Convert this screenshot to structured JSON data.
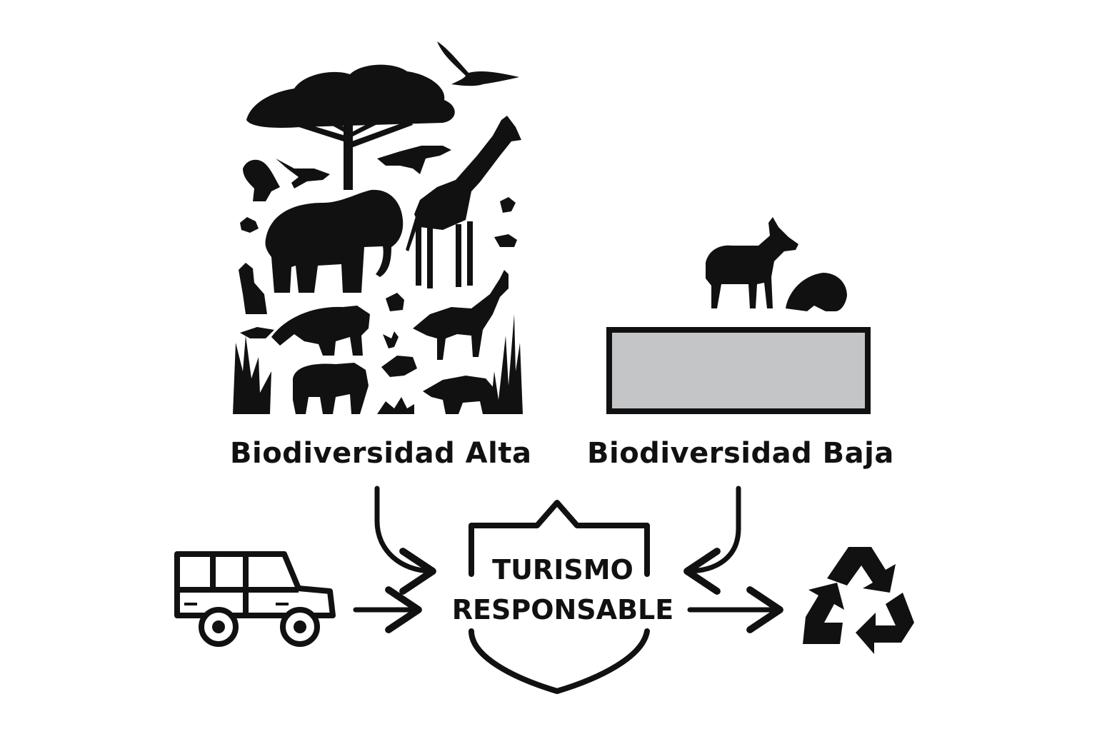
{
  "diagram": {
    "high_biodiversity_label": "Biodiversidad Alta",
    "low_biodiversity_label": "Biodiversidad Baja",
    "center_title_line1": "TURISMO",
    "center_title_line2": "RESPONSABLE"
  },
  "icons": {
    "high_biodiversity": "wildlife-collage-icon",
    "low_biodiversity": "sparse-wildlife-icon",
    "left": "safari-vehicle-icon",
    "center": "shield-icon",
    "right": "recycle-icon"
  },
  "colors": {
    "ink": "#111111",
    "empty_block_fill": "#c4c5c7",
    "background": "#ffffff"
  }
}
